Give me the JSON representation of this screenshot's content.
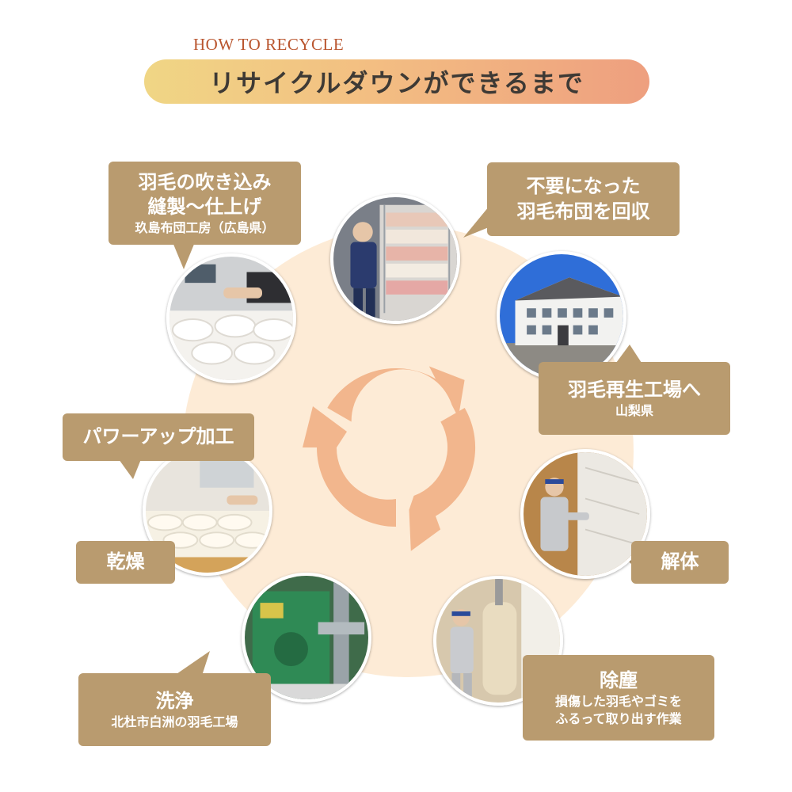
{
  "header": {
    "eyebrow": "HOW TO RECYCLE",
    "title": "リサイクルダウンができるまで"
  },
  "colors": {
    "label_bg": "#b99b6f",
    "label_text": "#ffffff",
    "eyebrow": "#b9552e",
    "title_gradient": [
      "#f0d685",
      "#f3be82",
      "#ee9f7f"
    ],
    "circle_bg": "#fdebd6",
    "cycle_arrows": "#f2b68d"
  },
  "steps": [
    {
      "id": "collect",
      "lines": [
        "不要になった",
        "羽毛布団を回収"
      ],
      "photo": "worker-with-futon-cart-photo"
    },
    {
      "id": "factory",
      "lines": [
        "羽毛再生工場へ"
      ],
      "sub": [
        "山梨県"
      ],
      "photo": "factory-building-photo"
    },
    {
      "id": "dismantle",
      "lines": [
        "解体"
      ],
      "photo": "worker-cutting-futon-photo"
    },
    {
      "id": "dedust",
      "lines": [
        "除塵"
      ],
      "sub": [
        "損傷した羽毛やゴミを",
        "ふるって取り出す作業"
      ],
      "photo": "worker-with-down-bag-photo"
    },
    {
      "id": "wash",
      "lines": [
        "洗浄"
      ],
      "sub": [
        "北杜市白洲の羽毛工場"
      ],
      "photo": "washing-machine-photo"
    },
    {
      "id": "dry",
      "lines": [
        "乾燥"
      ]
    },
    {
      "id": "powerup",
      "lines": [
        "パワーアップ加工"
      ],
      "photo": "duvet-processing-photo"
    },
    {
      "id": "fill",
      "lines": [
        "羽毛の吹き込み",
        "縫製～仕上げ"
      ],
      "sub": [
        "玖島布団工房（広島県）"
      ],
      "photo": "down-filling-photo"
    }
  ]
}
